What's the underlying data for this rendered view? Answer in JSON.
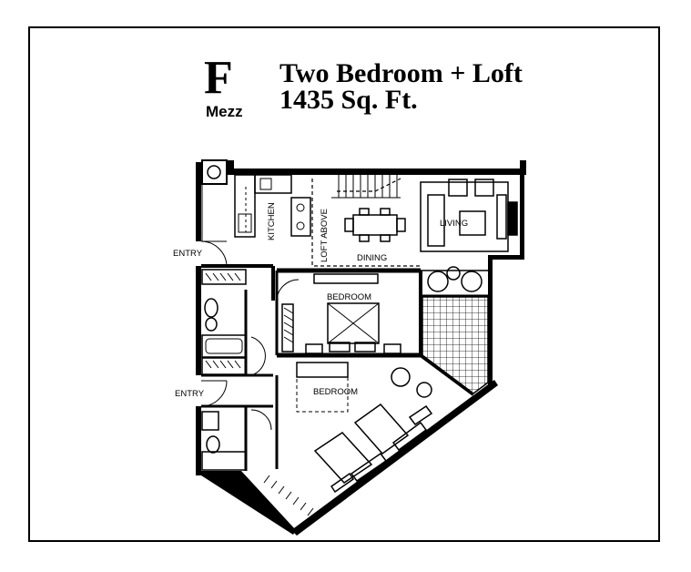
{
  "unit": {
    "letter": "F",
    "level": "Mezz",
    "title": "Two Bedroom + Loft",
    "area": "1435 Sq. Ft."
  },
  "rooms": {
    "kitchen": "KITCHEN",
    "loft_above": "LOFT ABOVE",
    "dining": "DINING",
    "living": "LIVING",
    "bedroom_upper": "BEDROOM",
    "bedroom_lower": "BEDROOM",
    "entry_upper": "ENTRY",
    "entry_lower": "ENTRY"
  }
}
